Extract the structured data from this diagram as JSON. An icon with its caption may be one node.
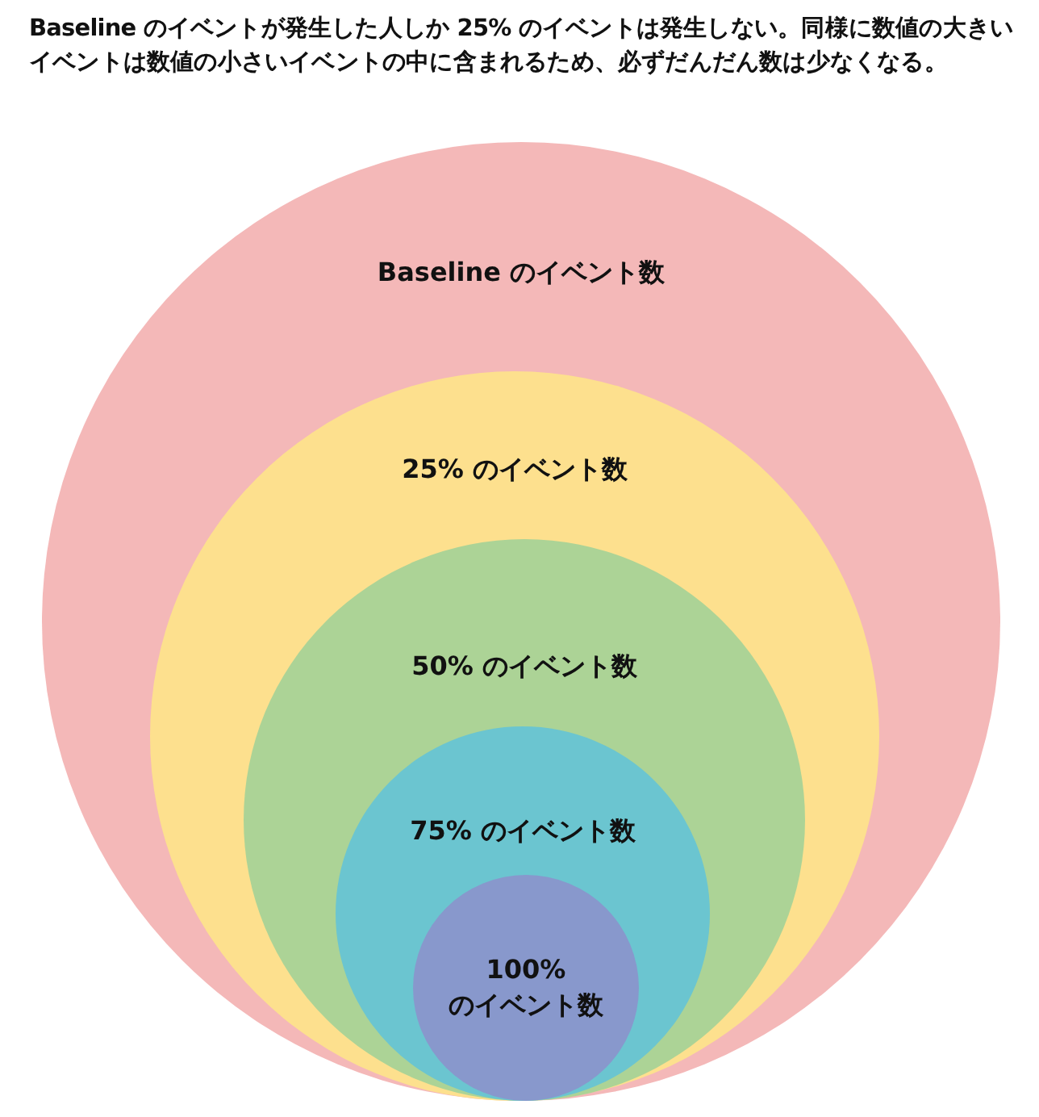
{
  "diagram": {
    "title": "Baseline のイベントが発生した人しか 25% のイベントは発生しない。同様に数値の大きいイベントは数値の小さいイベントの中に含まれるため、必ずだんだん数は少なくなる。",
    "nodes": [
      {
        "text": [
          "Baseline のイベント数"
        ]
      },
      {
        "text": [
          "25% のイベント数"
        ],
        "in": 0
      },
      {
        "text": [
          "50% のイベント数"
        ],
        "in": 1
      },
      {
        "text": [
          "75% のイベント数"
        ],
        "in": 2
      },
      {
        "text": [
          "100% のイベント数"
        ],
        "in": 3
      }
    ]
  }
}
